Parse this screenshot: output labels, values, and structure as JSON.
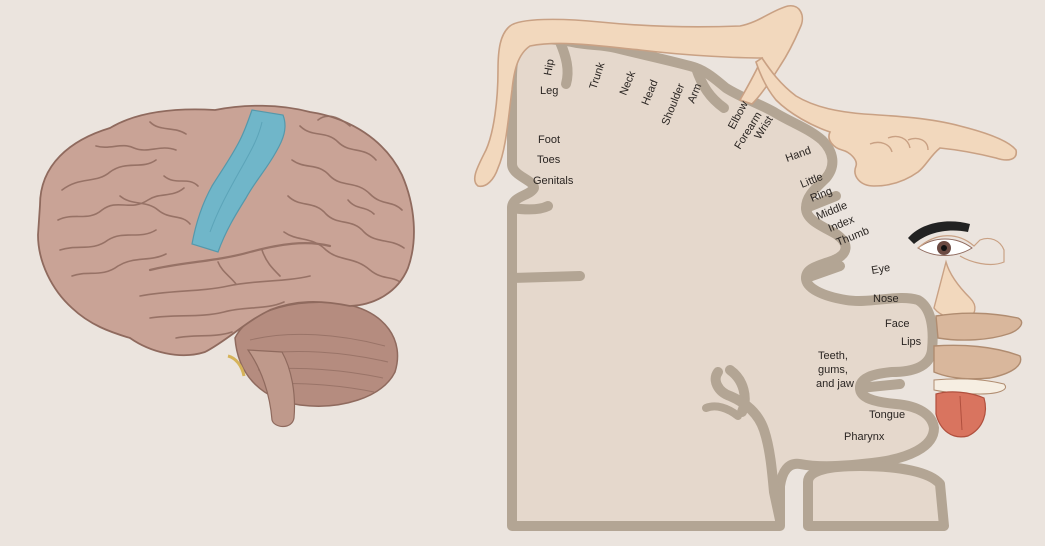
{
  "colors": {
    "background": "#ebe4de",
    "brain_tissue": "#c9a396",
    "brain_shadow": "#8f6a5e",
    "highlight_region": "#6cb8cc",
    "cortex_fill": "#e5d8cc",
    "cortex_border": "#b3a594",
    "skin": "#f2d8bd",
    "skin_outline": "#c9a184",
    "tongue": "#d9745f",
    "label_text": "#2a2522"
  },
  "icons": {
    "brain": "brain-lateral-view-illustration",
    "homunculus": "sensory-homunculus-illustration",
    "region": "somatosensory-cortex-highlight"
  },
  "homunculus": {
    "labels": {
      "hip": "Hip",
      "leg": "Leg",
      "trunk": "Trunk",
      "neck": "Neck",
      "head": "Head",
      "shoulder": "Shoulder",
      "arm": "Arm",
      "elbow": "Elbow",
      "forearm": "Forearm",
      "wrist": "Wrist",
      "foot": "Foot",
      "toes": "Toes",
      "genitals": "Genitals",
      "hand": "Hand",
      "little": "Little",
      "ring": "Ring",
      "middle": "Middle",
      "index": "Index",
      "thumb": "Thumb",
      "eye": "Eye",
      "nose": "Nose",
      "face": "Face",
      "lips": "Lips",
      "teeth_1": "Teeth,",
      "teeth_2": "gums,",
      "teeth_3": "and jaw",
      "tongue": "Tongue",
      "pharynx": "Pharynx"
    }
  }
}
